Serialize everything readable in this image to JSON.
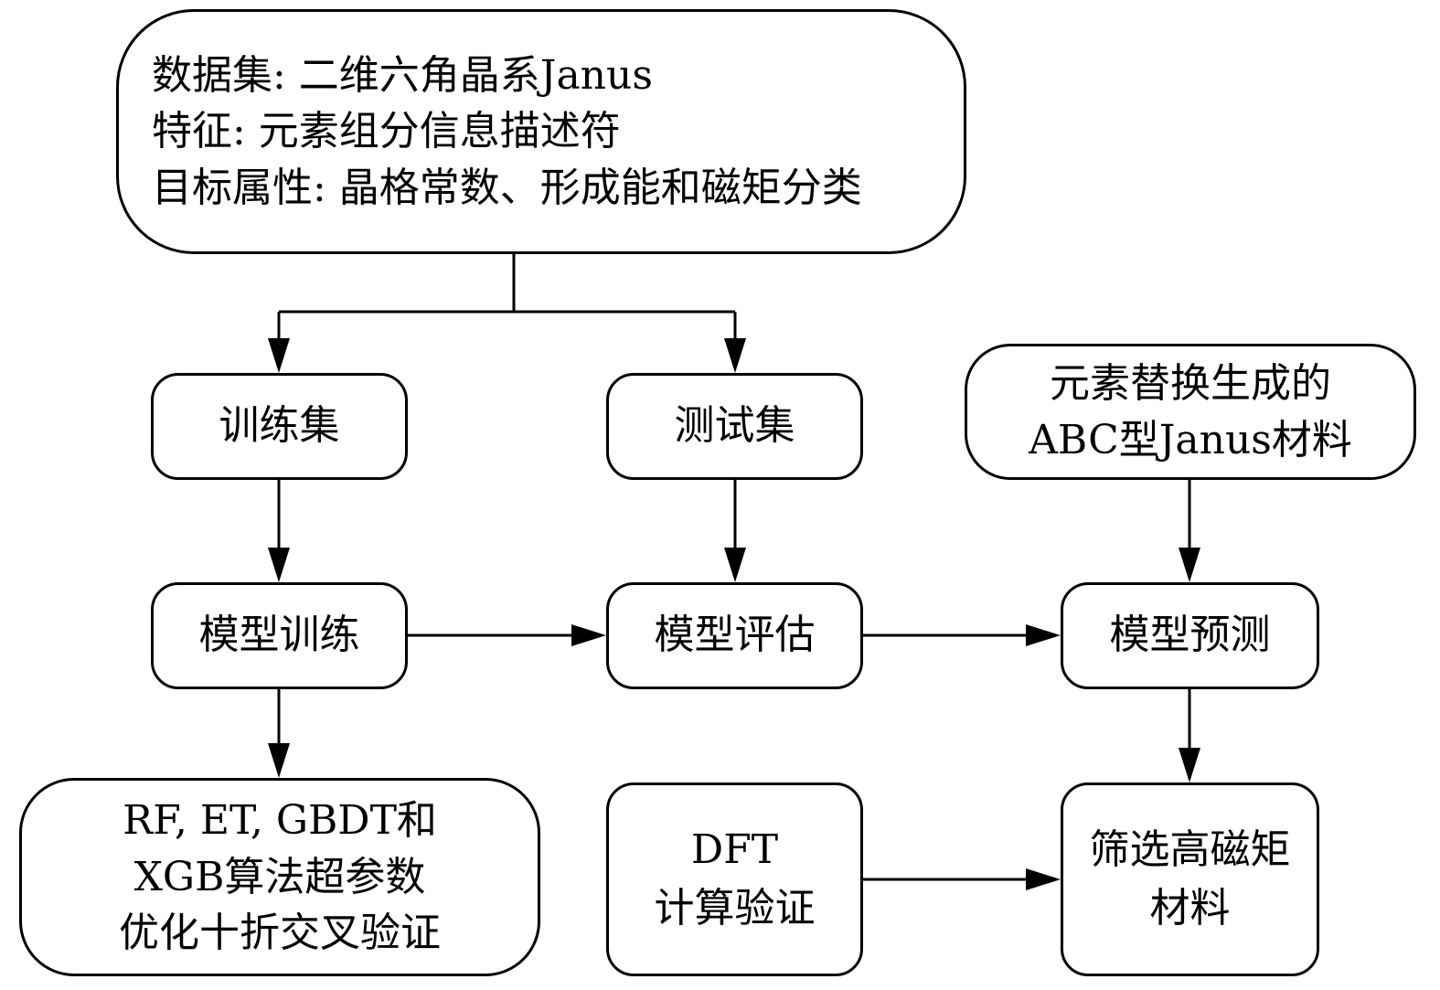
{
  "diagram": {
    "top_box": {
      "lines": [
        "数据集: 二维六角晶系Janus",
        "特征: 元素组分信息描述符",
        "目标属性: 晶格常数、形成能和磁矩分类"
      ]
    },
    "train_set": "训练集",
    "test_set": "测试集",
    "substitution": {
      "lines": [
        "元素替换生成的",
        "ABC型Janus材料"
      ]
    },
    "model_train": "模型训练",
    "model_eval": "模型评估",
    "model_predict": "模型预测",
    "algorithms": {
      "lines": [
        "RF, ET, GBDT和",
        "XGB算法超参数",
        "优化十折交叉验证"
      ]
    },
    "dft": {
      "lines": [
        "DFT",
        "计算验证"
      ]
    },
    "screening": {
      "lines": [
        "筛选高磁矩",
        "材料"
      ]
    }
  }
}
